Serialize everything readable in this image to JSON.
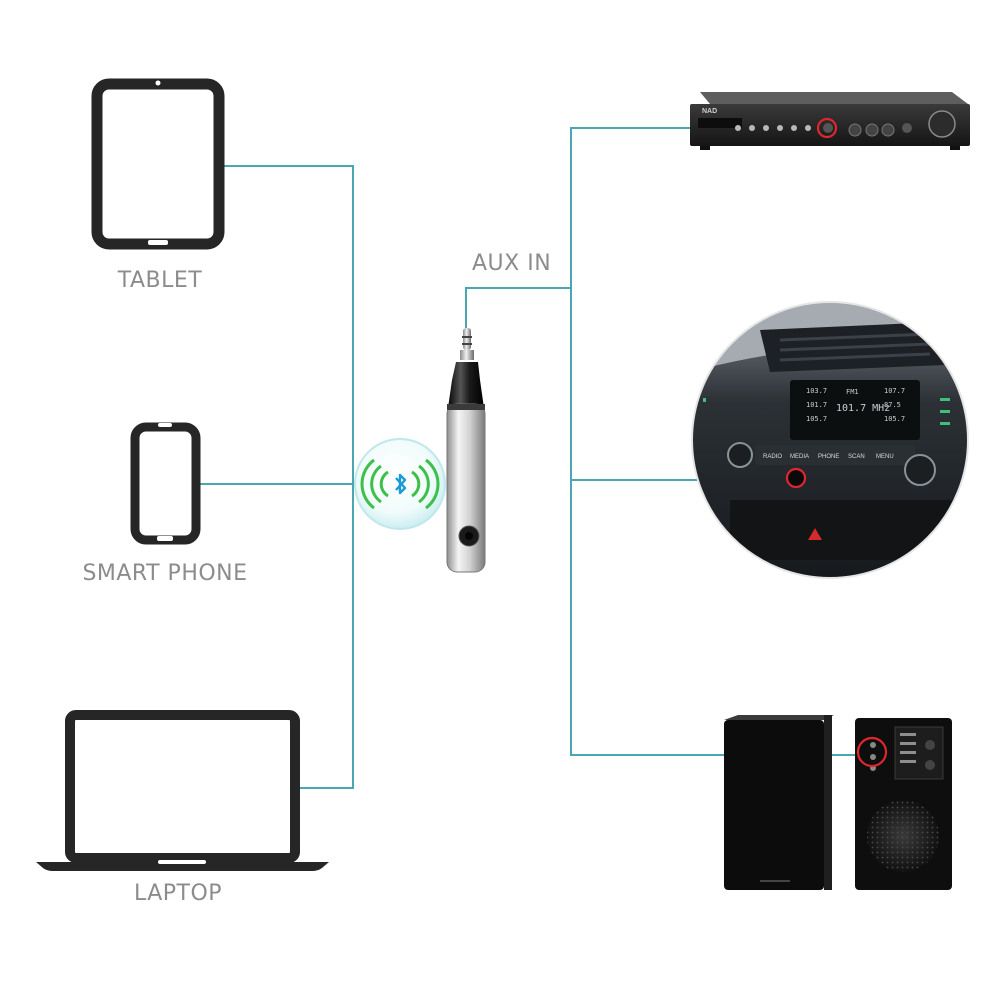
{
  "labels": {
    "tablet": "TABLET",
    "phone": "SMART PHONE",
    "laptop": "LAPTOP",
    "aux": "AUX IN"
  },
  "car_radio": {
    "freq_main": "101.7 MHz",
    "fm": "FM1",
    "preset_1": "103.7",
    "preset_2": "101.7",
    "preset_3": "105.7",
    "preset_4": "107.7",
    "preset_5": "87.5",
    "preset_6": "105.7",
    "btn_radio": "RADIO",
    "btn_media": "MEDIA",
    "btn_phone": "PHONE",
    "btn_scan": "SCAN",
    "btn_menu": "MENU"
  },
  "amplifier": {
    "brand": "NAD"
  },
  "colors": {
    "connector_line": "#4aa6b0",
    "device_outline": "#262626",
    "label_text": "#8c8c8c",
    "bluetooth_green": "#3cc04a",
    "bluetooth_blue": "#1a9ad6",
    "highlight_circle": "#e0262e"
  },
  "icons": [
    "tablet-icon",
    "smartphone-icon",
    "laptop-icon",
    "bluetooth-icon"
  ]
}
